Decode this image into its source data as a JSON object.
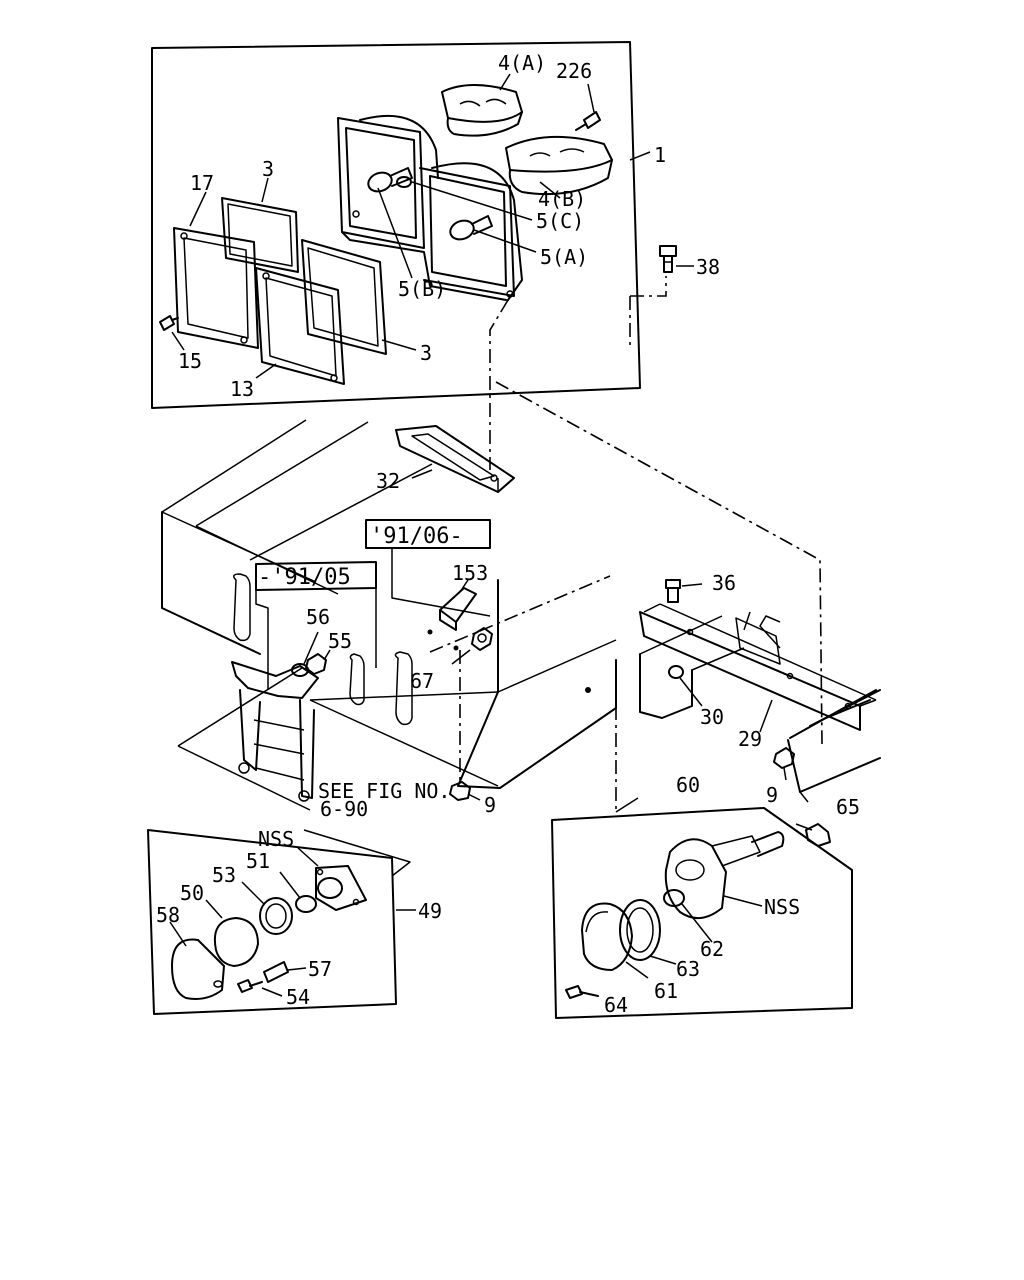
{
  "labels": {
    "p1": "1",
    "p3a": "3",
    "p3b": "3",
    "p4a": "4(A)",
    "p4b": "4(B)",
    "p5a": "5(A)",
    "p5b": "5(B)",
    "p5c": "5(C)",
    "p9a": "9",
    "p9b": "9",
    "p13": "13",
    "p15": "15",
    "p17": "17",
    "p29": "29",
    "p30": "30",
    "p32": "32",
    "p36": "36",
    "p38": "38",
    "p49": "49",
    "p50": "50",
    "p51": "51",
    "p53": "53",
    "p54": "54",
    "p55": "55",
    "p56": "56",
    "p57": "57",
    "p58": "58",
    "p60": "60",
    "p61": "61",
    "p62": "62",
    "p63": "63",
    "p64": "64",
    "p65": "65",
    "p67": "67",
    "p153": "153",
    "p226": "226",
    "nss1": "NSS",
    "nss2": "NSS"
  },
  "notes": {
    "date_from": "'91/06-",
    "date_to": "-'91/05",
    "see_fig_line1": "SEE FIG NO.",
    "see_fig_line2": "6-90"
  }
}
